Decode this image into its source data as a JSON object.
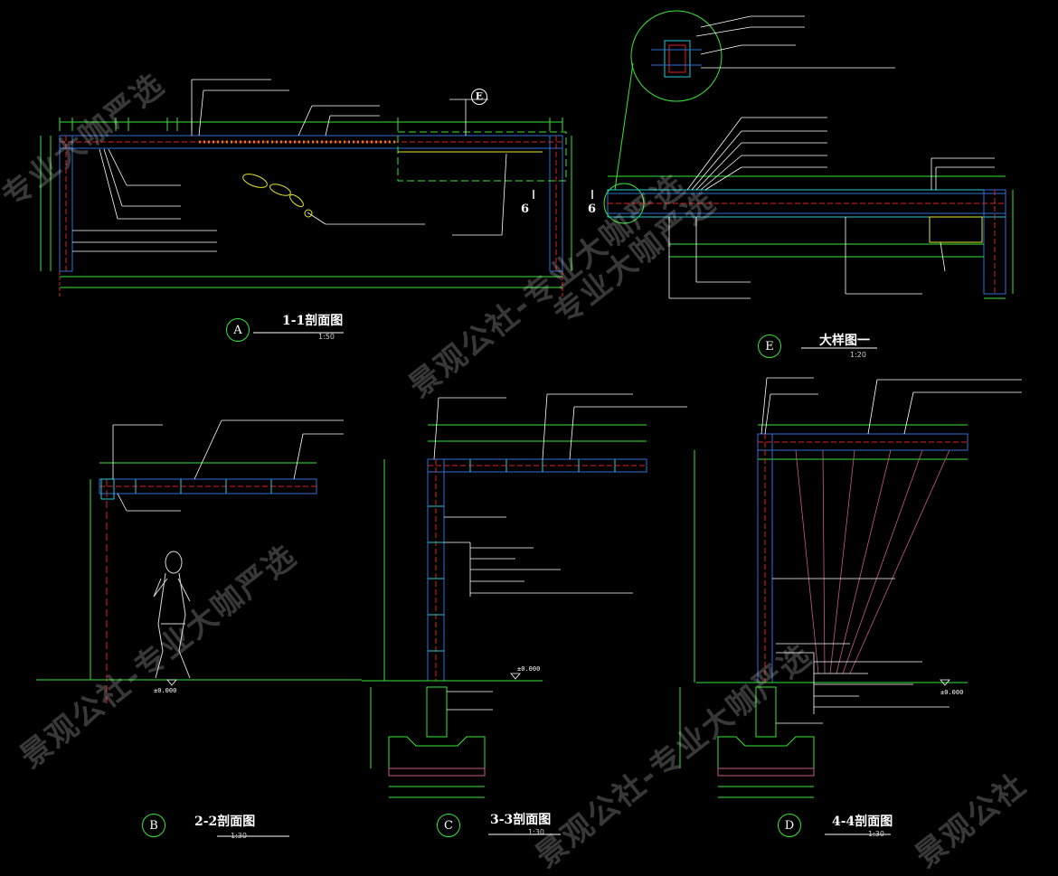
{
  "colors": {
    "background": "#000000",
    "dimension": "#36e636",
    "structure_blue": "#2f6fd8",
    "structure_cyan": "#27c7d6",
    "centerline_red": "#e02020",
    "leader": "#ffffff",
    "highlight_yellow": "#e6e62a",
    "dot_orange": "#e07a20",
    "figure": "#d8d8d8",
    "hatch_magenta": "#c85a8a"
  },
  "views": {
    "section_1_1": {
      "tag": "A",
      "title": "1-1剖面图",
      "scale": "1:50"
    },
    "detail_1": {
      "tag": "E",
      "title": "大样图一",
      "scale": "1:20"
    },
    "section_2_2": {
      "tag": "B",
      "title": "2-2剖面图",
      "scale": "1:30"
    },
    "section_3_3": {
      "tag": "C",
      "title": "3-3剖面图",
      "scale": "1:30"
    },
    "section_4_4": {
      "tag": "D",
      "title": "4-4剖面图",
      "scale": "1:30"
    }
  },
  "markers": {
    "section_cut_left": "6",
    "section_cut_right": "6",
    "detail_callout": "E",
    "level_b": "±0.000",
    "level_c": "±0.000",
    "level_d": "±0.000"
  },
  "watermarks": {
    "text_1": "景观公社-专业大咖严选",
    "text_2": "专业大咖严选",
    "text_3": "景观公社"
  }
}
